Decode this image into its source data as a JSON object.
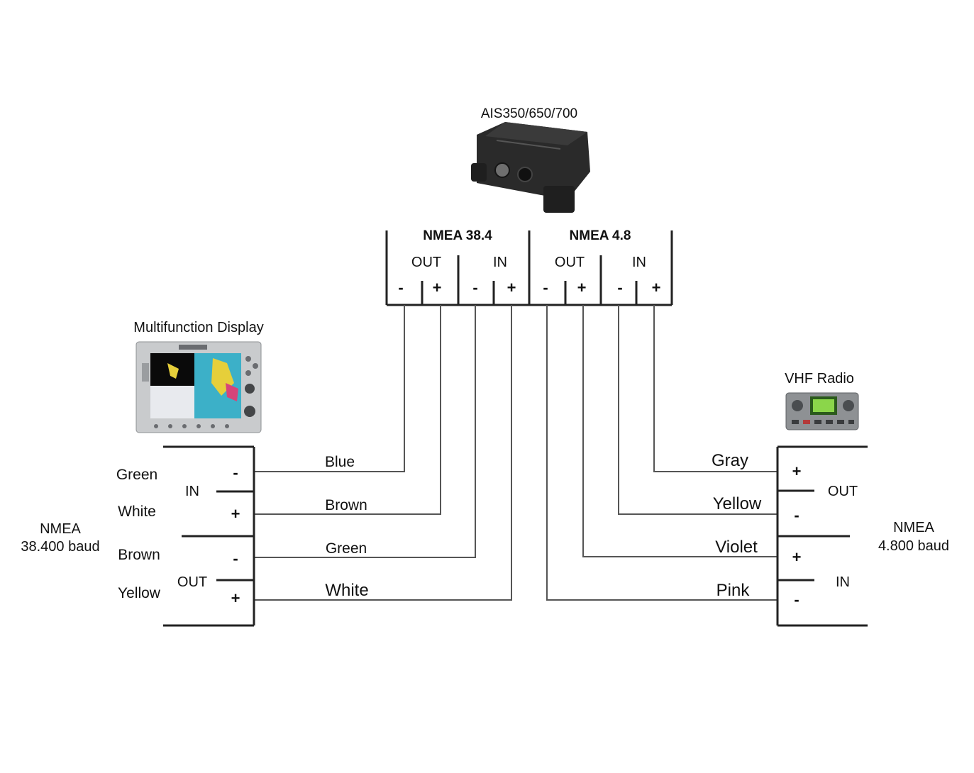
{
  "ais": {
    "title": "AIS350/650/700",
    "groups": [
      {
        "label": "NMEA 38.4",
        "sub": [
          "OUT",
          "IN"
        ]
      },
      {
        "label": "NMEA 4.8",
        "sub": [
          "OUT",
          "IN"
        ]
      }
    ],
    "terminals": [
      "-",
      "+",
      "-",
      "+",
      "-",
      "+",
      "-",
      "+"
    ]
  },
  "mfd": {
    "title": "Multifunction Display",
    "nmea_line1": "NMEA",
    "nmea_line2": "38.400 baud",
    "port_in": "IN",
    "port_out": "OUT",
    "device_wire_colors": [
      "Green",
      "White",
      "Brown",
      "Yellow"
    ],
    "terminal_signs": [
      "-",
      "+",
      "-",
      "+"
    ],
    "wire_labels": [
      "Blue",
      "Brown",
      "Green",
      "White"
    ]
  },
  "vhf": {
    "title": "VHF Radio",
    "nmea_line1": "NMEA",
    "nmea_line2": "4.800 baud",
    "port_out": "OUT",
    "port_in": "IN",
    "terminal_signs": [
      "+",
      "-",
      "+",
      "-"
    ],
    "wire_labels": [
      "Gray",
      "Yellow",
      "Violet",
      "Pink"
    ]
  },
  "colors": {
    "line": "#222222",
    "wire": "#555555",
    "text": "#111111"
  }
}
